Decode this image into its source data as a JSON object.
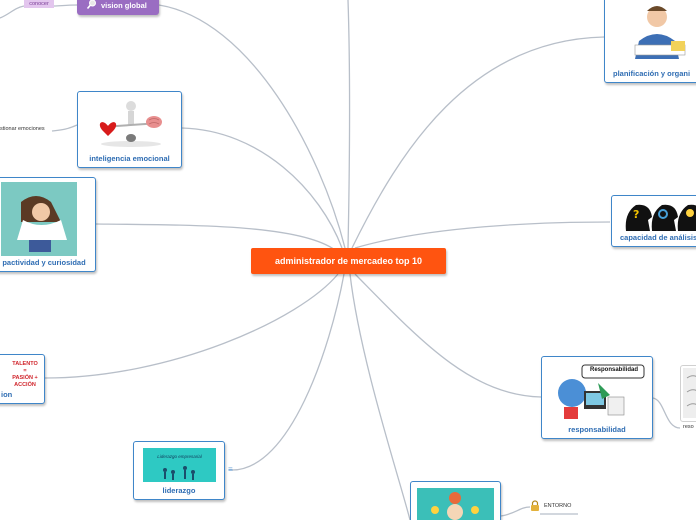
{
  "central": {
    "title": "administrador de mercadeo top 10"
  },
  "nodes": {
    "vision": "vision global",
    "conocer": "conocer",
    "gestionar": "stionar emociones",
    "inteligencia": "inteligencia emocional",
    "proactividad": "pactividad y curiosidad",
    "talento_node": "ion",
    "talento_img": [
      "TALENTO",
      "=",
      "PASIÓN +",
      "ACCIÓN"
    ],
    "liderazgo": "liderazgo",
    "liderazgo_img_title": "Liderazgo empresarial",
    "planificacion": "planificación y organi",
    "capacidad": "capacidad de análisis",
    "responsabilidad": "responsabilidad",
    "responsabilidad_img": "Responsabilidad",
    "reso": "reso",
    "entorno": "ENTORNO"
  },
  "colors": {
    "central": "#ff5410",
    "node_border": "#3f86c9",
    "node_text": "#2f6db3",
    "vision": "#9a6dc2",
    "link": "#b8bfc9"
  },
  "icons": [
    "magnifier-icon",
    "lock-icon",
    "menu-icon"
  ]
}
